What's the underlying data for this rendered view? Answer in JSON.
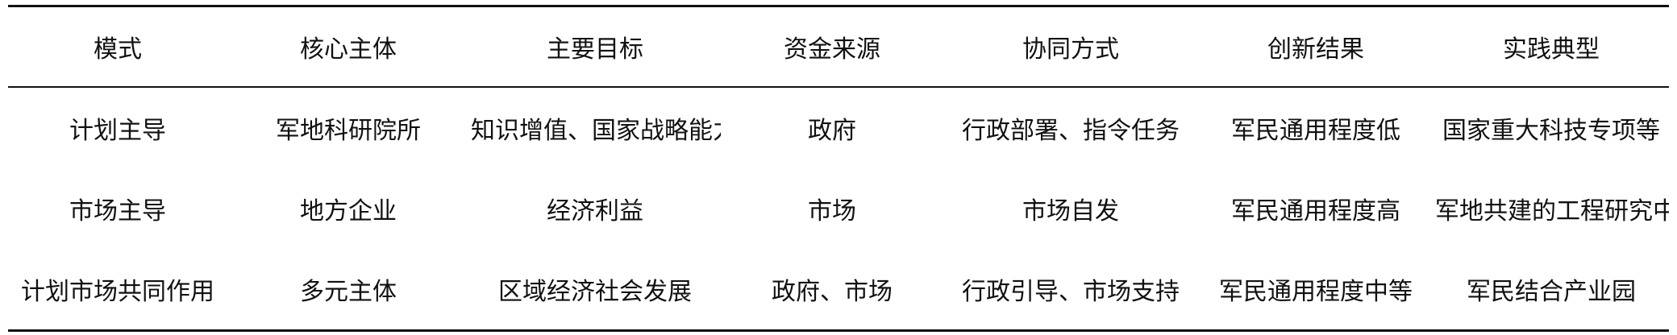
{
  "table": {
    "headers": [
      "模式",
      "核心主体",
      "主要目标",
      "资金来源",
      "协同方式",
      "创新结果",
      "实践典型"
    ],
    "rows": [
      [
        "计划主导",
        "军地科研院所",
        "知识增值、国家战略能力提升",
        "政府",
        "行政部署、指令任务",
        "军民通用程度低",
        "国家重大科技专项等"
      ],
      [
        "市场主导",
        "地方企业",
        "经济利益",
        "市场",
        "市场自发",
        "军民通用程度高",
        "军地共建的工程研究中心"
      ],
      [
        "计划市场共同作用",
        "多元主体",
        "区域经济社会发展",
        "政府、市场",
        "行政引导、市场支持",
        "军民通用程度中等",
        "军民结合产业园"
      ]
    ]
  }
}
